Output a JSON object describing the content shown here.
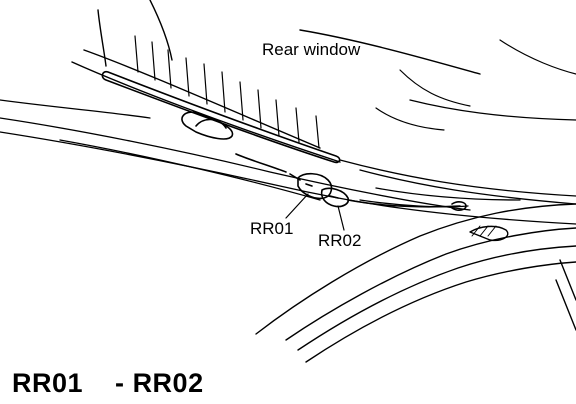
{
  "labels": {
    "rear_window": "Rear window",
    "connector_1": "RR01",
    "connector_2": "RR02"
  },
  "caption": {
    "first": "RR01",
    "separator": "-",
    "second": "RR02"
  }
}
